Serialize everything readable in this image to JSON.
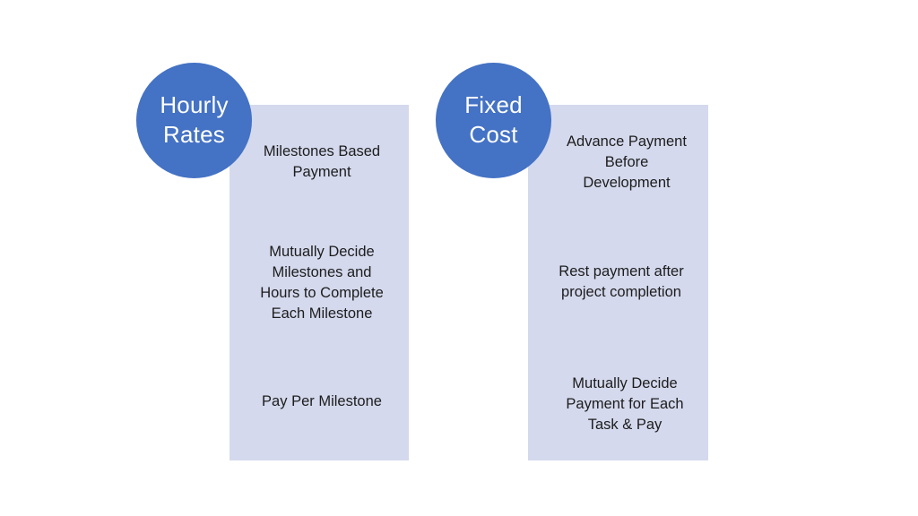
{
  "slide": {
    "background_color": "#FFFFFF",
    "accent_color": "#4472C4",
    "panel_color": "#D4D9ED",
    "text_color": "#1D1D1D"
  },
  "columns": [
    {
      "id": "hourly-rates",
      "badge_label": "Hourly\nRates",
      "items": [
        "Milestones Based\nPayment",
        "Mutually Decide\nMilestones and\nHours to Complete\nEach Milestone",
        "Pay Per Milestone"
      ]
    },
    {
      "id": "fixed-cost",
      "badge_label": "Fixed\nCost",
      "items": [
        "Advance Payment\nBefore\nDevelopment",
        "Rest payment after\nproject completion",
        "Mutually Decide\nPayment  for Each\nTask & Pay"
      ]
    }
  ]
}
